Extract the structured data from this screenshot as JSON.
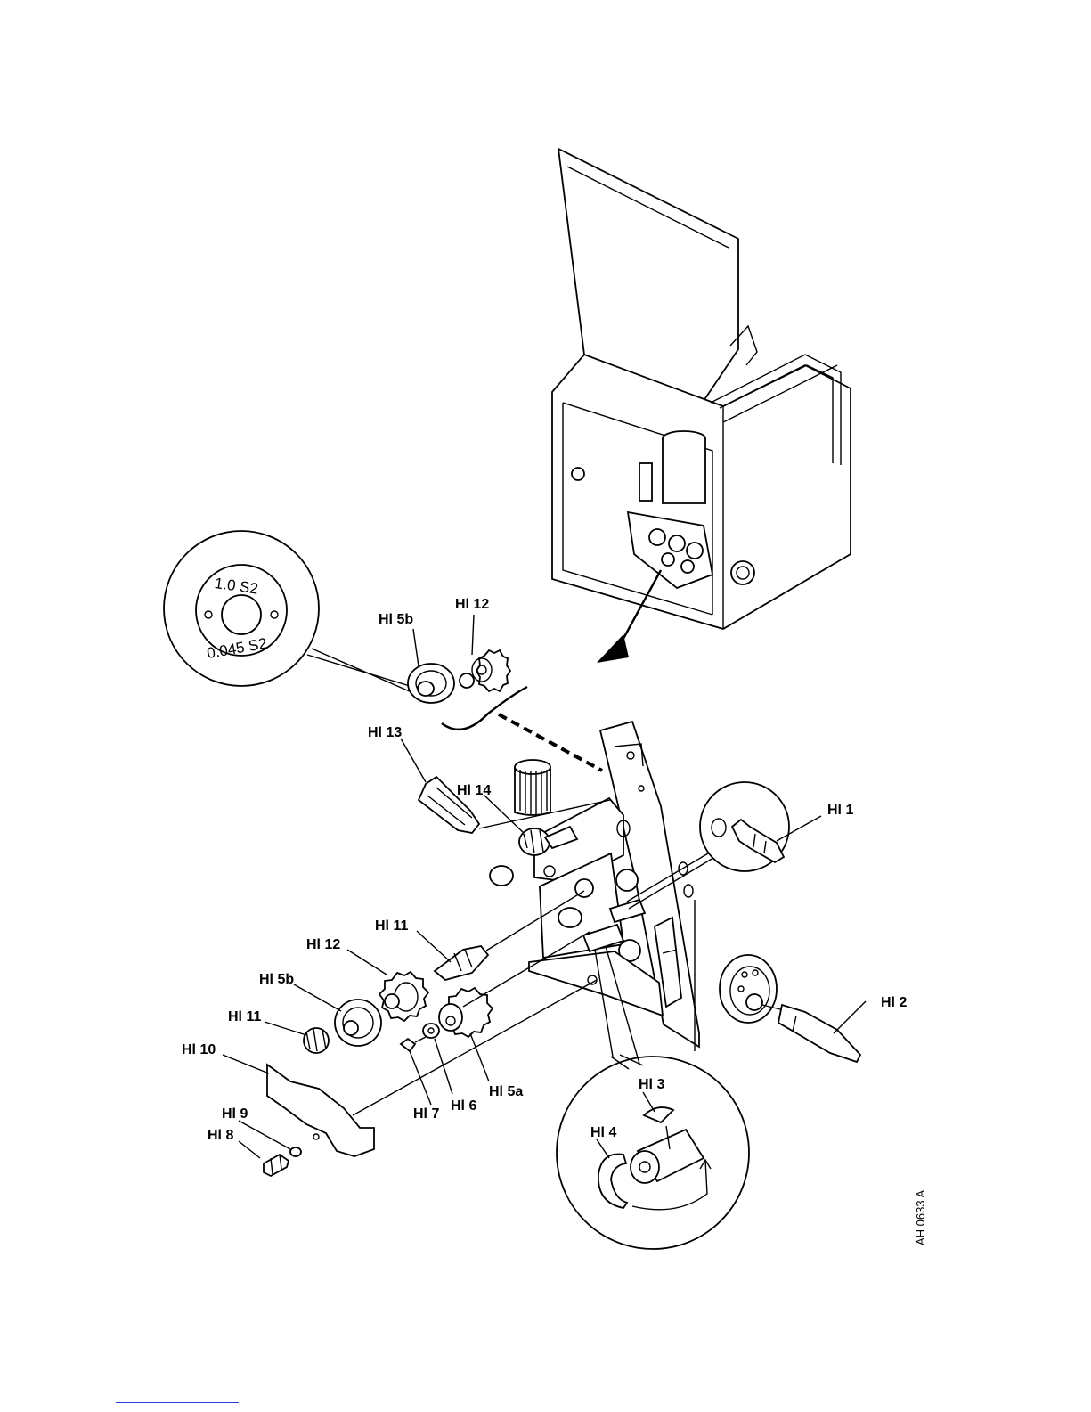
{
  "labels": {
    "hl1": "Hl 1",
    "hl2": "Hl 2",
    "hl3": "Hl 3",
    "hl4": "Hl 4",
    "hl5a": "Hl 5a",
    "hl5b_top": "Hl 5b",
    "hl5b_bottom": "Hl 5b",
    "hl6": "Hl 6",
    "hl7": "Hl 7",
    "hl8": "Hl 8",
    "hl9": "Hl 9",
    "hl10": "Hl 10",
    "hl11_mid": "Hl 11",
    "hl11_bottom": "Hl 11",
    "hl12_top": "Hl 12",
    "hl12_mid": "Hl 12",
    "hl13": "Hl 13",
    "hl14": "Hl 14"
  },
  "roll_markings": {
    "metric": "1.0 S2",
    "imperial": "0.045 S2"
  },
  "drawing_number": "AH 0633 A",
  "colors": {
    "line": "#000000",
    "background": "#ffffff",
    "footer_link": "#2a3dd6"
  }
}
